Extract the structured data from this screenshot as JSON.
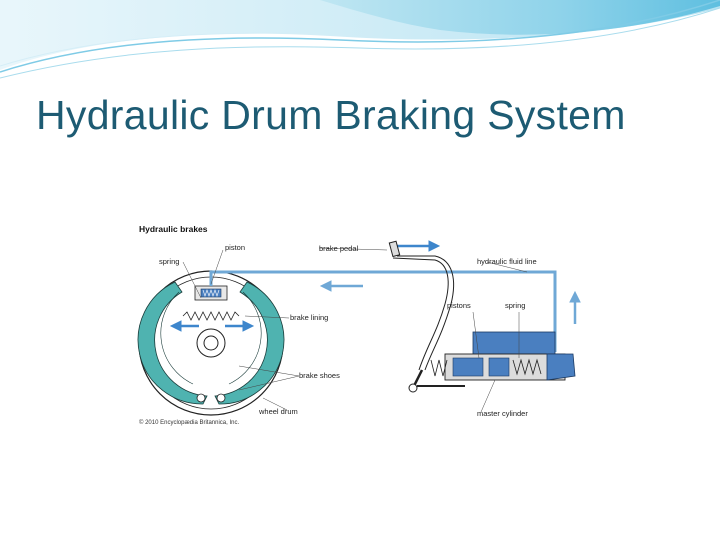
{
  "slide": {
    "title": "Hydraulic Drum Braking System"
  },
  "figure": {
    "heading": "Hydraulic brakes",
    "labels": {
      "piston": "piston",
      "spring_left": "spring",
      "brake_pedal": "brake pedal",
      "hydraulic_fluid_line": "hydraulic fluid line",
      "brake_lining": "brake lining",
      "pistons": "pistons",
      "spring_right": "spring",
      "brake_shoes": "brake shoes",
      "wheel_drum": "wheel drum",
      "master_cylinder": "master cylinder"
    },
    "copyright": "© 2010 Encyclopædia Britannica, Inc."
  },
  "colors": {
    "title": "#1d5b73",
    "fluid_line": "#6fa8d6",
    "brake_shoe": "#4fb3b0",
    "reservoir": "#4a7fc0",
    "arrow": "#3d86cc"
  }
}
